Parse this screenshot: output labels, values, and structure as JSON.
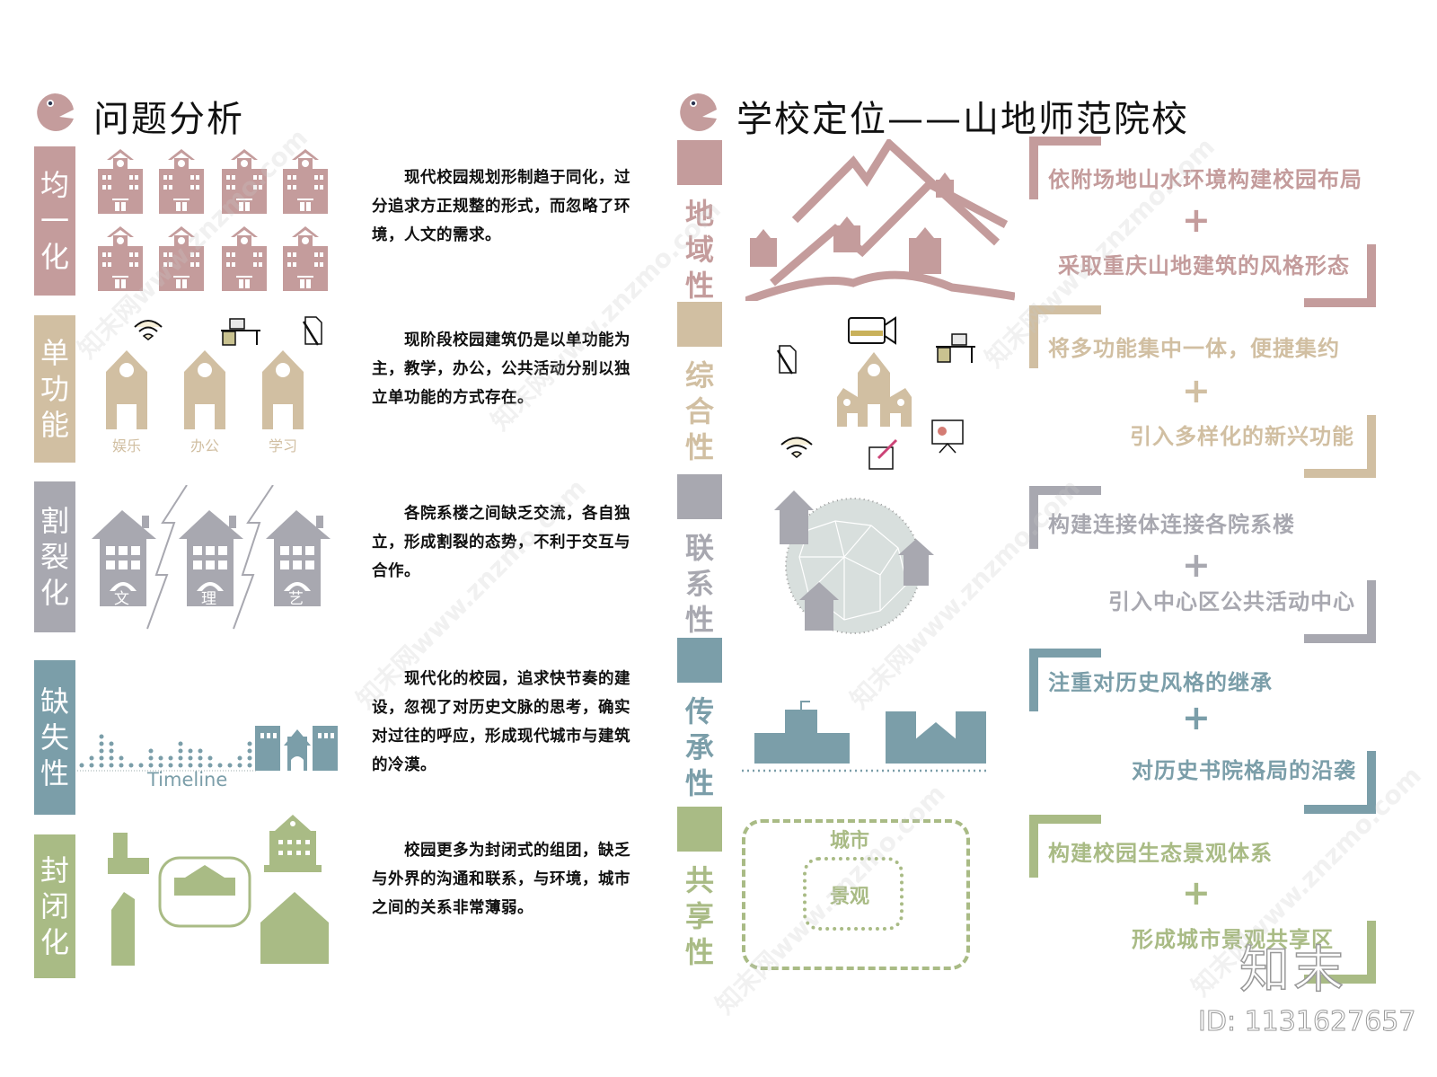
{
  "colors": {
    "pink": "#c49c9c",
    "tan": "#d1bfa2",
    "gray": "#a8a8b0",
    "teal": "#7b9ea9",
    "green": "#a9bb85"
  },
  "left": {
    "title": "问题分析",
    "sections": [
      {
        "label": "均一化",
        "chars": [
          "均",
          "一",
          "化"
        ],
        "text": "现代校园规划形制趋于同化，过分追求方正规整的形式，而忽略了环境，人文的需求。"
      },
      {
        "label": "单功能",
        "chars": [
          "单",
          "功",
          "能"
        ],
        "text": "现阶段校园建筑仍是以单功能为主，教学，办公，公共活动分别以独立单功能的方式存在。",
        "captions": [
          "娱乐",
          "办公",
          "学习"
        ]
      },
      {
        "label": "割裂化",
        "chars": [
          "割",
          "裂",
          "化"
        ],
        "text": "各院系楼之间缺乏交流，各自独立，形成割裂的态势，不利于交互与合作。",
        "buildings": [
          "文",
          "理",
          "艺"
        ]
      },
      {
        "label": "缺失性",
        "chars": [
          "缺",
          "失",
          "性"
        ],
        "text": "现代化的校园，追求快节奏的建设，忽视了对历史文脉的思考，确实对过往的呼应，形成现代城市与建筑的冷漠。",
        "timeline_label": "Timeline"
      },
      {
        "label": "封闭化",
        "chars": [
          "封",
          "闭",
          "化"
        ],
        "text": "校园更多为封闭式的组团，缺乏与外界的沟通和联系，与环境，城市之间的关系非常薄弱。"
      }
    ]
  },
  "right": {
    "title": "学校定位——山地师范院校",
    "sections": [
      {
        "label": "地域性",
        "chars": [
          "地",
          "域",
          "性"
        ],
        "line1": "依附场地山水环境构建校园布局",
        "plus": "+",
        "line2": "采取重庆山地建筑的风格形态"
      },
      {
        "label": "综合性",
        "chars": [
          "综",
          "合",
          "性"
        ],
        "line1": "将多功能集中一体，便捷集约",
        "plus": "+",
        "line2": "引入多样化的新兴功能"
      },
      {
        "label": "联系性",
        "chars": [
          "联",
          "系",
          "性"
        ],
        "line1": "构建连接体连接各院系楼",
        "plus": "+",
        "line2": "引入中心区公共活动中心"
      },
      {
        "label": "传承性",
        "chars": [
          "传",
          "承",
          "性"
        ],
        "line1": "注重对历史风格的继承",
        "plus": "+",
        "line2": "对历史书院格局的沿袭"
      },
      {
        "label": "共享性",
        "chars": [
          "共",
          "享",
          "性"
        ],
        "line1": "构建校园生态景观体系",
        "plus": "+",
        "line2": "形成城市景观共享区",
        "outer_label": "城市",
        "inner_label": "景观"
      }
    ]
  },
  "watermark": {
    "brand": "知末",
    "id": "ID: 1131627657",
    "site": "知末网www.znzmo.com"
  }
}
